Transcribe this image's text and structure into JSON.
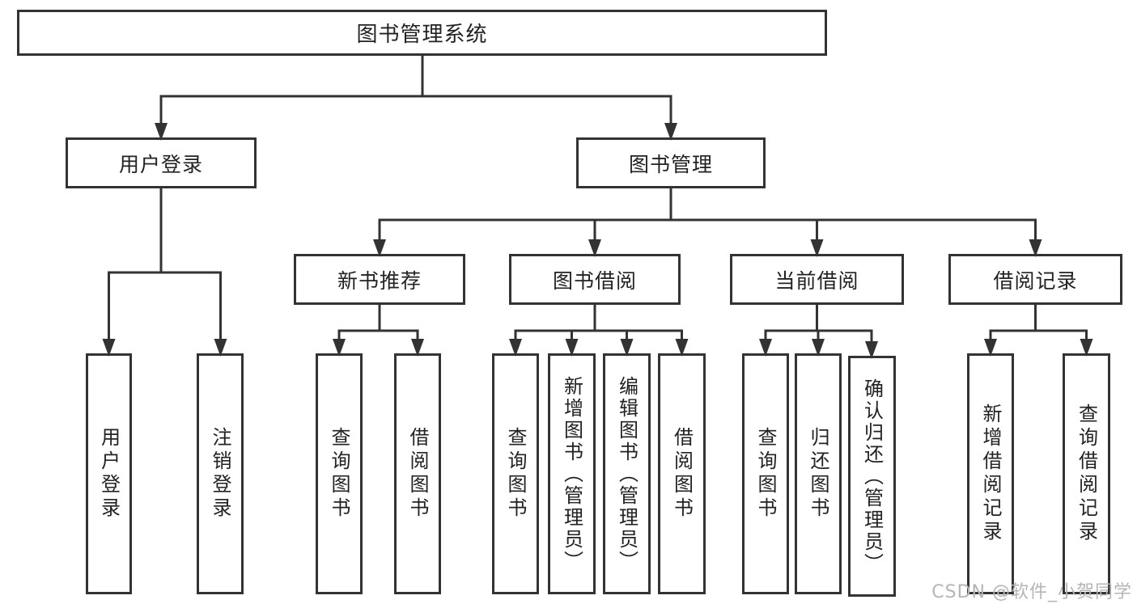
{
  "diagram": {
    "type": "tree",
    "title": "图书管理系统",
    "nodes": {
      "root": {
        "label": "图书管理系统"
      },
      "user_login": {
        "label": "用户登录"
      },
      "book_mgmt": {
        "label": "图书管理"
      },
      "leaf_user_login": {
        "label": "用户登录"
      },
      "leaf_logout": {
        "label": "注销登录"
      },
      "new_book_rec": {
        "label": "新书推荐"
      },
      "book_borrow": {
        "label": "图书借阅"
      },
      "current_borrow": {
        "label": "当前借阅"
      },
      "borrow_record": {
        "label": "借阅记录"
      },
      "nbr_query": {
        "label": "查询图书"
      },
      "nbr_borrow": {
        "label": "借阅图书"
      },
      "bb_query": {
        "label": "查询图书"
      },
      "bb_add": {
        "label": "新增图书（管理员）"
      },
      "bb_edit": {
        "label": "编辑图书（管理员）"
      },
      "bb_borrow": {
        "label": "借阅图书"
      },
      "cb_query": {
        "label": "查询图书"
      },
      "cb_return": {
        "label": "归还图书"
      },
      "cb_confirm": {
        "label": "确认归还（管理员）"
      },
      "br_add": {
        "label": "新增借阅记录"
      },
      "br_query": {
        "label": "查询借阅记录"
      }
    },
    "edges": [
      {
        "from": "图书管理系统",
        "to": [
          "用户登录",
          "图书管理"
        ]
      },
      {
        "from": "用户登录",
        "to": [
          "用户登录",
          "注销登录"
        ]
      },
      {
        "from": "图书管理",
        "to": [
          "新书推荐",
          "图书借阅",
          "当前借阅",
          "借阅记录"
        ]
      },
      {
        "from": "新书推荐",
        "to": [
          "查询图书",
          "借阅图书"
        ]
      },
      {
        "from": "图书借阅",
        "to": [
          "查询图书",
          "新增图书（管理员）",
          "编辑图书（管理员）",
          "借阅图书"
        ]
      },
      {
        "from": "当前借阅",
        "to": [
          "查询图书",
          "归还图书",
          "确认归还（管理员）"
        ]
      },
      {
        "from": "借阅记录",
        "to": [
          "新增借阅记录",
          "查询借阅记录"
        ]
      }
    ],
    "colors": {
      "line": "#333333",
      "text": "#222222",
      "background": "#ffffff",
      "watermark_text": "#b5b5b5"
    },
    "watermark": "CSDN @软件_小贺同学"
  }
}
